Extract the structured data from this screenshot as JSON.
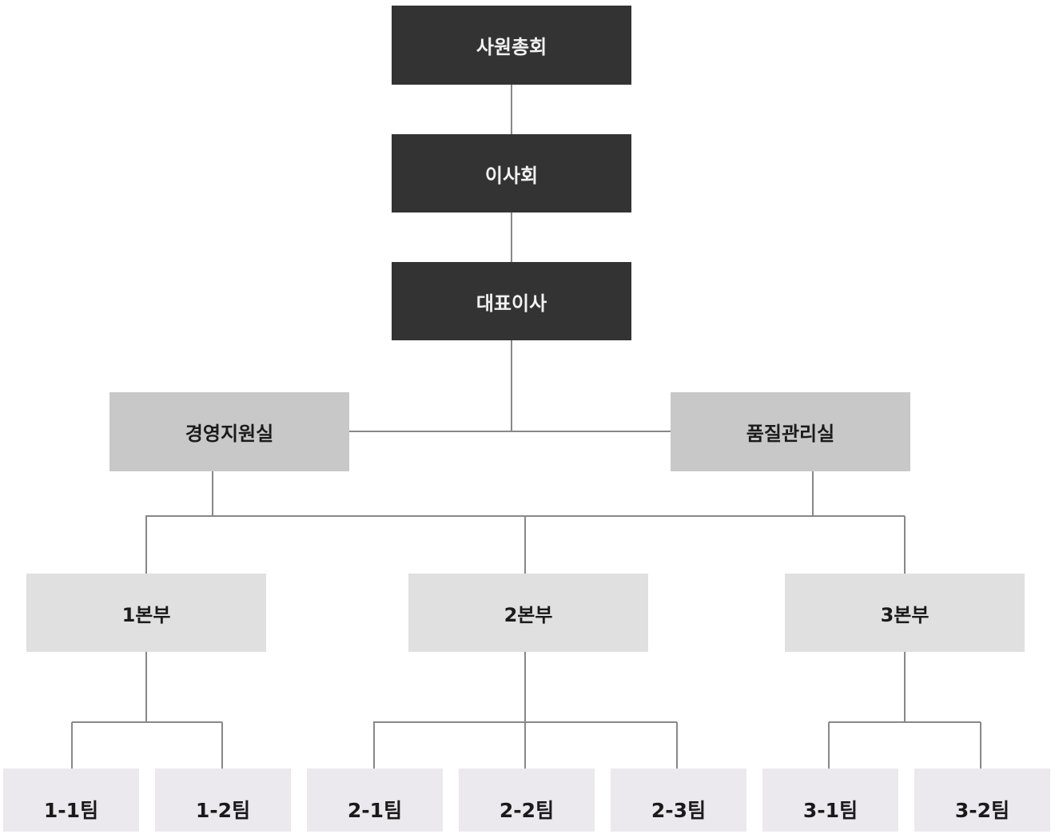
{
  "chart": {
    "top": [
      "사원총회",
      "이사회",
      "대표이사"
    ],
    "staff": [
      "경영지원실",
      "품질관리실"
    ],
    "divisions": [
      "1본부",
      "2본부",
      "3본부"
    ],
    "teams": [
      "1-1팀",
      "1-2팀",
      "2-1팀",
      "2-2팀",
      "2-3팀",
      "3-1팀",
      "3-2팀"
    ]
  },
  "colors": {
    "top_box": "#333333",
    "staff_box": "#c8c8c8",
    "division_box": "#e0e0e0",
    "team_box": "#ebe8ee",
    "connector": "#888888"
  }
}
